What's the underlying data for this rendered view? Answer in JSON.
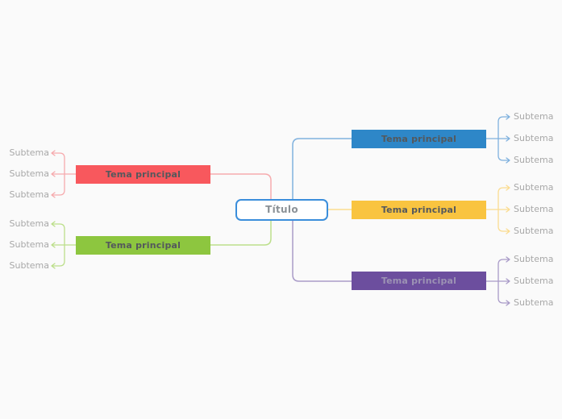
{
  "background": "#FAFAFA",
  "root": {
    "label": "Título",
    "bg": "#FFFFFF",
    "border_color": "#3B8EDB",
    "text_color": "#8B9196"
  },
  "subtopic_text_color": "#A8A8A8",
  "branches": [
    {
      "name": "red",
      "side": "left",
      "label": "Tema principal",
      "color": "#F8585D",
      "line_color": "#F6ABAE",
      "text_color": "#54585C",
      "subtopics": [
        "Subtema",
        "Subtema",
        "Subtema"
      ]
    },
    {
      "name": "green",
      "side": "left",
      "label": "Tema principal",
      "color": "#8DC63F",
      "line_color": "#BCDF8B",
      "text_color": "#54585C",
      "subtopics": [
        "Subtema",
        "Subtema",
        "Subtema"
      ]
    },
    {
      "name": "blue",
      "side": "right",
      "label": "Tema principal",
      "color": "#2E87C8",
      "line_color": "#7FB1DE",
      "text_color": "#54585C",
      "subtopics": [
        "Subtema",
        "Subtema",
        "Subtema"
      ]
    },
    {
      "name": "yellow",
      "side": "right",
      "label": "Tema principal",
      "color": "#F9C440",
      "line_color": "#FBDC90",
      "text_color": "#54585C",
      "subtopics": [
        "Subtema",
        "Subtema",
        "Subtema"
      ]
    },
    {
      "name": "purple",
      "side": "right",
      "label": "Tema principal",
      "color": "#6C4E9E",
      "line_color": "#A99BC8",
      "text_color": "#9C92B4",
      "subtopics": [
        "Subtema",
        "Subtema",
        "Subtema"
      ]
    }
  ]
}
